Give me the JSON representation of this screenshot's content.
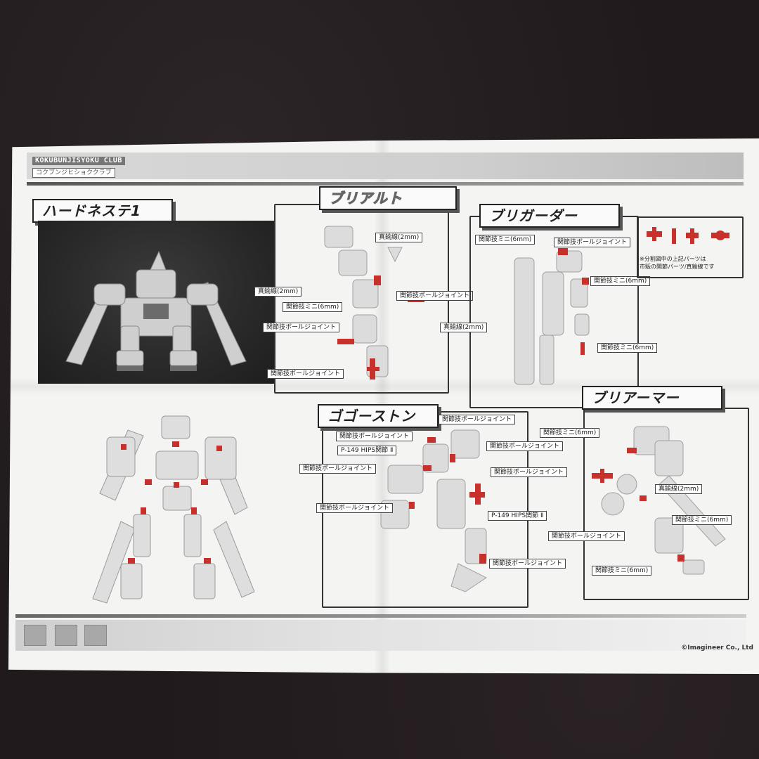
{
  "brand": {
    "romaji": "KOKUBUNJISYOKU CLUB",
    "katakana": "コクブンジヒショククラブ"
  },
  "titles": {
    "main": "ハードネステ1",
    "b1": "ブリアルト",
    "b2": "ブリガーダー",
    "b3": "ゴゴーストン",
    "b4": "ブリアーマー"
  },
  "callouts": {
    "brass": "真鍮線(2mm)",
    "mini": "関節技ミニ(6mm)",
    "ball": "関節技ボールジョイント",
    "hips": "P-149 HIPS関節 Ⅱ"
  },
  "note": {
    "line1": "※分割図中の上記パーツは",
    "line2": "市販の関節パーツ/真鍮線です"
  },
  "copyright": "©Imagineer Co., Ltd",
  "colors": {
    "accent": "#c8302c",
    "paper": "#f4f4f2",
    "table": "#201a1c"
  }
}
